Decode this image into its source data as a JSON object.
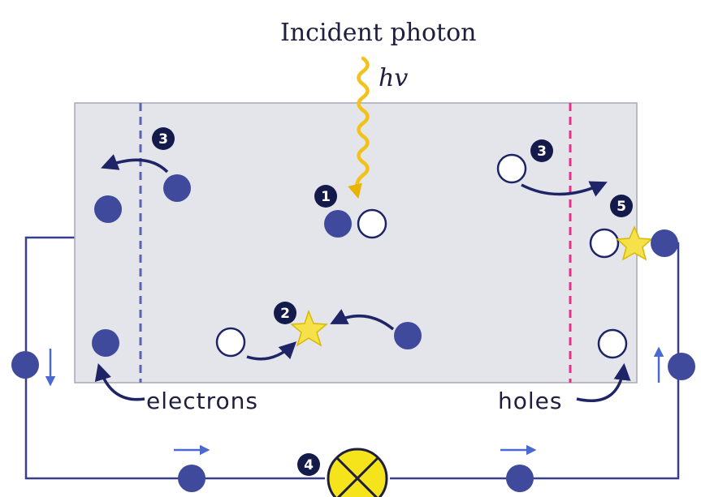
{
  "diagram": {
    "title": "Incident photon",
    "photon_label": "hv",
    "electrons_label": "electrons",
    "holes_label": "holes",
    "steps": [
      "1",
      "2",
      "3",
      "3",
      "4",
      "5"
    ],
    "colors": {
      "electron": "#3f4a9c",
      "hole_fill": "#ffffff",
      "wire": "#3a3d8c",
      "panel": "#e4e5ea",
      "left_junction": "#5a62b5",
      "right_junction": "#e8308a",
      "photon": "#f2c21b",
      "lamp": "#f5e41c",
      "badge": "#141a4a"
    }
  }
}
